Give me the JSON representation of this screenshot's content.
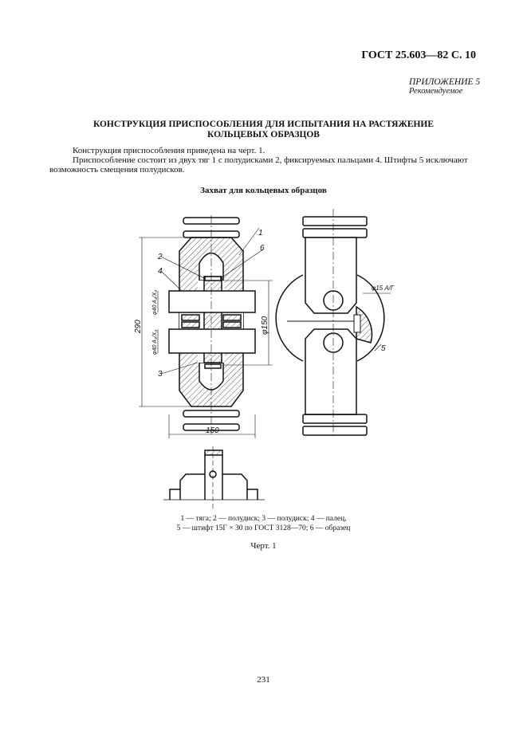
{
  "header": {
    "standard": "ГОСТ 25.603—82 С. 10"
  },
  "appendix": {
    "label": "ПРИЛОЖЕНИЕ 5",
    "status": "Рекомендуемое"
  },
  "title": {
    "line1": "КОНСТРУКЦИЯ ПРИСПОСОБЛЕНИЯ ДЛЯ ИСПЫТАНИЯ НА РАСТЯЖЕНИЕ",
    "line2": "КОЛЬЦЕВЫХ ОБРАЗЦОВ"
  },
  "body": {
    "p1": "Конструкция приспособления приведена на черт. 1.",
    "p2a": "Приспособление состоит из двух тяг 1 с полудисками 2, фиксируемых пальцами 4. Штифты 5 исключают",
    "p2b": "возможность смещения полудисков."
  },
  "figure": {
    "caption": "Захват для кольцевых образцов",
    "labels": {
      "l1": "1",
      "l2": "2",
      "l3": "3",
      "l4": "4",
      "l5": "5",
      "l6": "6",
      "dim_height": "290",
      "dim_width": "150",
      "dim_dia150": "φ150",
      "dim_pin1": "φ40 A₃/X₃",
      "dim_pin2": "φ40 A₃/X₃",
      "dim_pin15": "φ15 A/Г"
    },
    "legend_line1": "1 — тяга;  2 — полудиск;  3 — полудиск;  4 — палец,",
    "legend_line2": "5 — штифт 15Г × 30 по ГОСТ 3128—70; 6 — образец",
    "number": "Черт. 1"
  },
  "page_number": "231"
}
